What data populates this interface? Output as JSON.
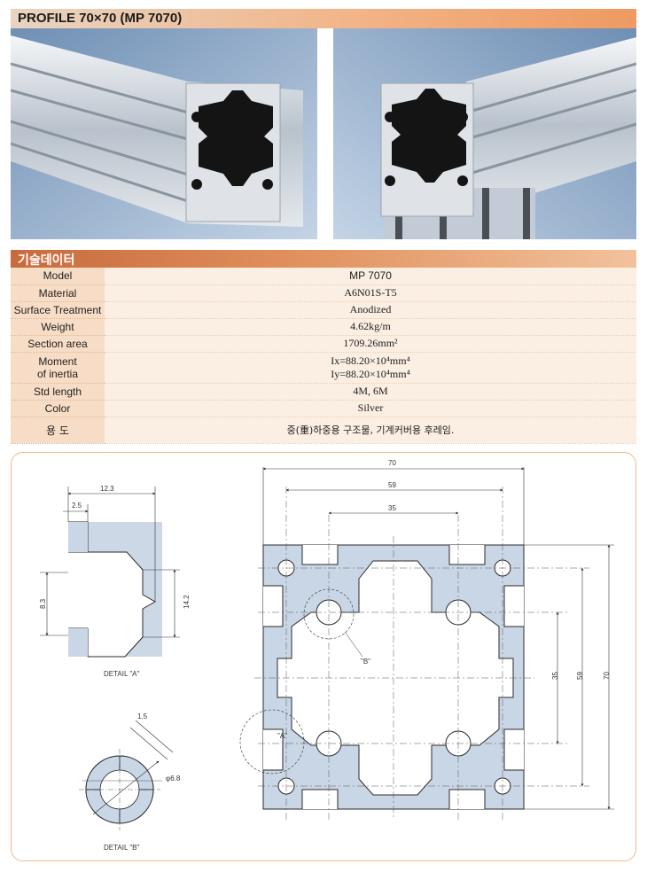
{
  "header": {
    "title": "PROFILE 70×70 (MP 7070)"
  },
  "tech_data": {
    "title": "기술데이터",
    "rows": [
      {
        "label": "Model",
        "value": "MP 7070"
      },
      {
        "label": "Material",
        "value": "A6N01S-T5"
      },
      {
        "label": "Surface Treatment",
        "value": "Anodized"
      },
      {
        "label": "Weight",
        "value": "4.62kg/m"
      },
      {
        "label": "Section area",
        "value": "1709.26mm²"
      },
      {
        "label_1": "Moment",
        "label_2": "of inertia",
        "value_1": "Ix=88.20×10⁴mm⁴",
        "value_2": "Iy=88.20×10⁴mm⁴"
      },
      {
        "label": "Std length",
        "value": "4M, 6M"
      },
      {
        "label": "Color",
        "value": "Silver"
      },
      {
        "label": "용 도",
        "value": "중(重)하중용 구조물, 기계커버용 후레임."
      }
    ]
  },
  "drawing": {
    "dims": {
      "d70": "70",
      "d59": "59",
      "d35": "35",
      "d12_3": "12.3",
      "d2_5": "2.5",
      "d8_3": "8.3",
      "d14_2": "14.2",
      "d1_5": "1.5",
      "d6_8": "φ6.8"
    },
    "labels": {
      "a": "\"A\"",
      "b": "\"B\"",
      "detail_a": "DETAIL \"A\"",
      "detail_b": "DETAIL \"B\""
    }
  },
  "colors": {
    "accent": "#f0a070",
    "profile_fill": "#c9d6e6",
    "profile_stroke": "#2a2a2a"
  }
}
